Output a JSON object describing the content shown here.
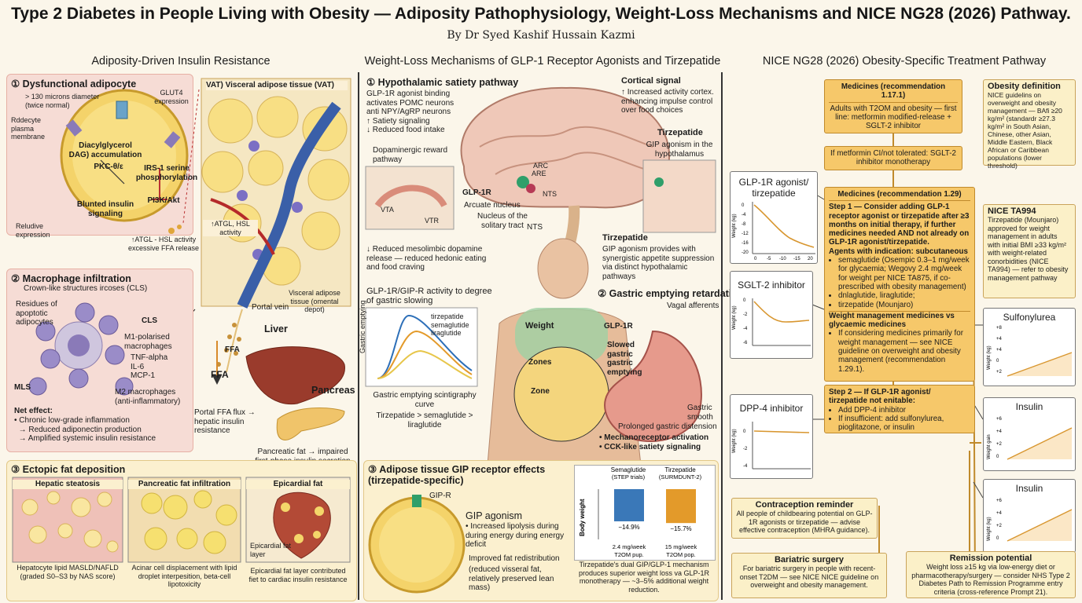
{
  "header": {
    "title": "Type 2 Diabetes in People Living with Obesity — Adiposity Pathophysiology, Weight-Loss Mechanisms and NICE NG28 (2026) Pathway.",
    "author": "By Dr Syed Kashif Hussain Kazmi"
  },
  "left": {
    "heading": "Adiposity-Driven Insulin Resistance",
    "s1": {
      "title": "① Dysfunctional adipocyte",
      "diam": "> 130 microns diameter (twice normal)",
      "glut4": "GLUT4 expression",
      "rbc": "Rddecyte plasma membrane",
      "dag": "Diacylglycerol DAG) accumulation",
      "pkc": "PKC-θ/ε",
      "irs": "IRS-1 serine phosphorylation",
      "pi3k": "PI3K/Akt",
      "blunted": "Blunted insulin signaling",
      "reduced": "Reludive expression",
      "atgl": "↑ATGL - HSL activity excessive FFA release"
    },
    "vat": {
      "title": "VAT) Visceral adipose tissue (VAT)",
      "atgl": "↑ATGL, HSL activity",
      "visceral": "Visceral adipose tissue (omental depot)"
    },
    "s2": {
      "title": "② Macrophage infiltration",
      "sub": "Crown-like structures ircoses (CLS)",
      "residues": "Residues of apoptotic adipocytes",
      "cls": "CLS",
      "m1": "M1-polarised macrophages",
      "cyto": [
        "TNF-alpha",
        "IL-6",
        "MCP-1"
      ],
      "mls": "MLS",
      "m2": "M2 macrophages (anti-inflammatory)",
      "net_title": "Net effect:",
      "net": [
        "Chronic low-grade inflammation",
        "→ Reduced adiponectin production",
        "→ Amplified systemic insulin resistance"
      ]
    },
    "mid": {
      "portal": "Portal vein",
      "ffa1": "FFA",
      "ffa2": "FFA",
      "liver": "Liver",
      "pancreas": "Pancreas",
      "flux": "Portal FFA flux → hepatic insulin resistance",
      "panc_fat": "Pancreatic fat → impaired first-phase insulin secretion"
    },
    "s3": {
      "title": "③ Ectopic fat deposition",
      "hep_t": "Hepatic steatosis",
      "hep_c": "Hepatocyte lipid MASLD/NAFLD (graded S0–S3 by NAS score)",
      "pan_t": "Pancreatic fat infiltration",
      "pan_c": "Acinar cell displacement with lipid droplet interpesition, beta-cell lipotoxicity",
      "epi_t": "Epicardial fat",
      "epi_l": "Epicardial fat layer",
      "epi_c": "Epicardial fat layer contributed fiet to cardiac insulin resistance"
    }
  },
  "middle": {
    "heading": "Weight-Loss Mechanisms of GLP-1 Receptor Agonists and Tirzepatide",
    "s1": {
      "title": "① Hypothalamic satiety pathway",
      "text": [
        "GLP-1R agonist binding",
        "activates POMC neurons",
        "anti NPY/AgRP neurons",
        "↑ Satiety signaling",
        "↓ Reduced food intake"
      ],
      "cortical_t": "Cortical signal",
      "cortical": "↑ Increased activity cortex. enhancing impulse control over food choices",
      "dopa": "Dopaminergic reward pathway",
      "vta": "VTA",
      "vtr": "VTR",
      "glp1r": "GLP-1R",
      "arc": "ARC",
      "are": "ARE",
      "nts_small": "NTS",
      "arcuate": "Arcuate nucleus",
      "nucleus": "Nucleus of the solitary tract",
      "nts": "NTS",
      "tirz_t": "Tirzepatide",
      "tirz": "GIP agonism in the hypothalamus",
      "reduced": "↓ Reduced mesolimbic dopamine release — reduced hedonic eating and food craving",
      "tirz2_t": "Tirzepatide",
      "tirz2": "GIP agonism provides with synergistic appetite suppression via distinct hypothalamic pathways"
    },
    "curve": {
      "title": "GLP-1R/GIP-R activity to degree of gastric slowing",
      "ylabel": "Gastric emptying",
      "legend": [
        "tirzepatide",
        "semaglutide",
        "liraglutide"
      ],
      "caption1": "Gastric emptying scintigraphy curve",
      "caption2": "Tirzepatide > semaglutide > liraglutide"
    },
    "body": {
      "weight": "Weight",
      "zones": "Zones",
      "zone": "Zone"
    },
    "s2": {
      "title": "② Gastric emptying retardation",
      "vagal": "Vagal afferents",
      "glp1r": "GLP-1R",
      "slowed": "Slowed gastric gastric emptying",
      "smooth": "Gastric smooth",
      "prolonged": "Prolonged gastric distension",
      "bullets": [
        "Mechanoreceptor activation",
        "CCK-like satiety signaling"
      ]
    },
    "s3": {
      "title": "③ Adipose tissue GIP receptor effects (tirzepatide-specific)",
      "gipr": "GIP-R",
      "gip": "GIP agonism",
      "gip_b": "Increased lipolysis during during energy during energy deficit",
      "redis_t": "Improved fat redistribution",
      "redis": "(reduced visseral fat, relatively preserved lean mass)"
    }
  },
  "chart_data": {
    "type": "bar",
    "categories": [
      "Semaglutide (STEP trials)",
      "Tirzepatide (SURMDUNT-2)"
    ],
    "values": [
      -14.9,
      -15.7
    ],
    "value_labels": [
      "−14.9%",
      "−15.7%"
    ],
    "dose_labels": [
      "2.4 mg/week T2OM pup.",
      "15 mg/week T2OM pop."
    ],
    "ylabel": "Body weight",
    "colors": [
      "#3a78b8",
      "#e39a2a"
    ],
    "caption": "Tirzepatide's dual GIP/GLP-1 mechanism produces superior weight loss va GLP-1R monotherapy — ~3–5% additional weight reduction."
  },
  "right": {
    "heading": "NICE NG28 (2026) Obesity-Specific Treatment Pathway",
    "med1": {
      "title": "Medicines (recommendation 1.17.1)",
      "text": "Adults with T2OM and obesity — first line: metformin modified-release + SGLT-2 inhibitor"
    },
    "metformin": "If metformin CI/not tolerated: SGLT-2 inhibitor monotherapy",
    "obesity": {
      "title": "Obesity definition",
      "text": "NICE guidelins on overweight and obesity management — BAfi ≥20 kg/m² (standardr ≥27.3 kg/m² in South Asian, Chinese, other Asian, Middle Eastern, Black African or Caribbean populations (lower threshold)"
    },
    "med2": {
      "title": "Medicines (recommendation 1.29)",
      "step1": "Step 1 — Consider adding GLP-1 receptor agonist or tirzepatide after ≥3 months on initial therapy, if further medicines needed AND not already on GLP-1R agonist/tirzepatide.",
      "agents": "Agents with indication: subcutaneous",
      "bullets": [
        "semaglutide (Osempic 0.3–1 mg/week for glycaemia; Wegovy 2.4 mg/week for weight per NICE TA875, if co-prescribed with obesity management)",
        "dnlaglutide, liraglutide;",
        "tirzepatide (Mounjaro)"
      ],
      "wm_title": "Weight management medicines vs glycaemic medicines",
      "wm": "If considering medicines primarily for weight management — see NICE guideline on overweight and obesity management (recommendation 1.29.1).",
      "step2": "Step 2 — If GLP-1R agonist/ tirzepatide not enitable:",
      "step2_b": [
        "Add DPP-4 inhibitor",
        "If insufficient: add sulfonylurea, pioglitazone, or insulin"
      ]
    },
    "ta994": {
      "title": "NICE TA994",
      "text": "Tirzepatide (Mounjaro) approved for weight management in adults with initial BMI ≥33 kg/m² with weight-related conorbidities (NICE TA994) — refer to obesity management pathway"
    },
    "mini": [
      {
        "title": "GLP-1R agonist/ tirzepatide",
        "ylabel": "Weight (kg)",
        "yticks": [
          "0",
          "-4",
          "-8",
          "-12",
          "-16",
          "-20"
        ],
        "xticks": [
          "0",
          "-5",
          "-10",
          "-15",
          "20"
        ]
      },
      {
        "title": "SGLT-2 inhibitor",
        "ylabel": "Weight (kg)",
        "yticks": [
          "0",
          "-2",
          "-4",
          "-6"
        ]
      },
      {
        "title": "DPP-4 inhibitor",
        "ylabel": "Weight (kg)",
        "yticks": [
          "0",
          "-2",
          "-4"
        ]
      }
    ],
    "gain": [
      {
        "title": "Sulfonylurea",
        "ylabel": "Weight (kg)",
        "yticks": [
          "+8",
          "+4",
          "+4",
          "0",
          "+2"
        ]
      },
      {
        "title": "Insulin",
        "ylabel": "Weight gain",
        "yticks": [
          "+6",
          "+4",
          "+2",
          "0"
        ]
      },
      {
        "title": "Insulin",
        "ylabel": "Weight (kg)",
        "yticks": [
          "+6",
          "+4",
          "+2",
          "0"
        ]
      }
    ],
    "contraception": {
      "title": "Contraception reminder",
      "text": "All people of childbearing potential on GLP-1R agonists or tirzepatide — advise effective contraception (MHRA guidance)."
    },
    "bariatric": {
      "title": "Bariatric surgery",
      "text": "For bariatric surgery in people with recent-onset T2DM — see NICE NICE guideline on overweight and obesity management."
    },
    "remission": {
      "title": "Remission potential",
      "text": "Weight loss ≥15 kg via low-energy diet or pharmacotherapy/surgery — consider NHS Type 2 Diabetes Path to Remission Programme entry criteria (cross-reference Prompt 21)."
    }
  }
}
